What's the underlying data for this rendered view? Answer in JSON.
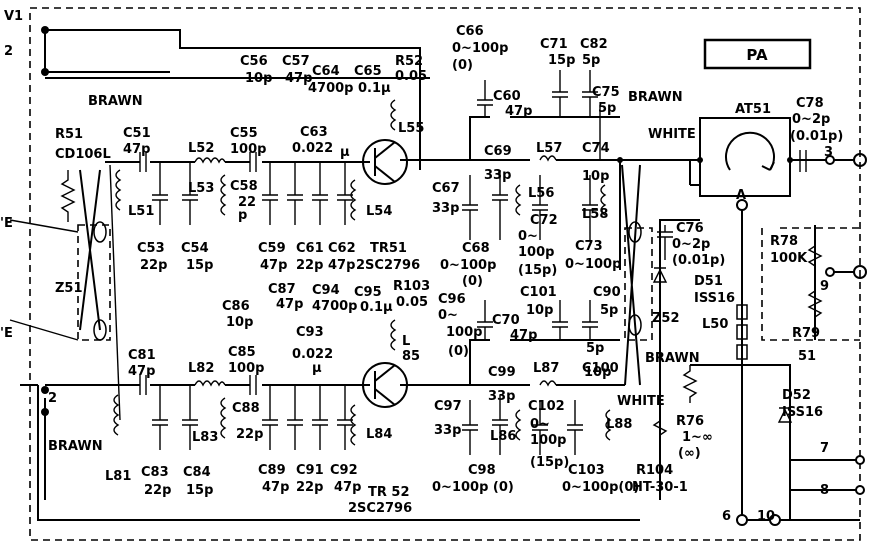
{
  "title": "PA",
  "nets": {
    "brawn_top": "BRAWN",
    "brawn_mid": "BRAWN",
    "brawn_bottom": "BRAWN",
    "brawn_lower": "BRAWN",
    "white_top": "WHITE",
    "white_lower": "WHITE"
  },
  "ports": {
    "v1": "V1",
    "p2": "2",
    "p2b": "2",
    "p3": "3",
    "p6": "6",
    "p7": "7",
    "p8": "8",
    "p9": "9",
    "p10": "10",
    "a": "A",
    "e_top": "'E",
    "e_bot": "'E",
    "u51": "51"
  },
  "components": {
    "r51": [
      "R51",
      "CD106L"
    ],
    "z51": "Z51",
    "z52": "Z52",
    "c51": [
      "C51",
      "47p"
    ],
    "c52": [
      "L52"
    ],
    "l51": "L51",
    "l53": "L53",
    "c53": [
      "C53",
      "22p"
    ],
    "c54": [
      "C54",
      "15p"
    ],
    "c55": [
      "C55",
      "100p"
    ],
    "c56": [
      "C56",
      "10p"
    ],
    "c57": [
      "C57",
      "47p"
    ],
    "c58": [
      "C58",
      "22",
      "p"
    ],
    "c59": [
      "C59",
      "47p"
    ],
    "c61": [
      "C61",
      "22p"
    ],
    "c62": [
      "C62",
      "47p"
    ],
    "c63": [
      "C63",
      "0.022",
      "μ"
    ],
    "c64": [
      "C64",
      "4700p"
    ],
    "c65": [
      "C65",
      "0.1μ"
    ],
    "r52": [
      "R52",
      "0.05"
    ],
    "l55": "L55",
    "l54": "L54",
    "tr51": [
      "TR51",
      "2SC2796"
    ],
    "c66": [
      "C66",
      "0~100p",
      "(0)"
    ],
    "c60": [
      "C60",
      "47p"
    ],
    "c71": [
      "C71",
      "15p"
    ],
    "c82": [
      "C82",
      "5p"
    ],
    "c75": [
      "C75",
      "5p"
    ],
    "c69": [
      "C69",
      "33p"
    ],
    "l57": "L57",
    "c74": [
      "C74",
      "10p"
    ],
    "c67": [
      "C67",
      "33p"
    ],
    "l56": "L56",
    "l58": "L58",
    "c72": [
      "C72",
      "0~",
      "100p",
      "(15p)"
    ],
    "c73": [
      "C73",
      "0~100p"
    ],
    "c68": [
      "C68",
      "0~100p",
      "(0)"
    ],
    "at51": "AT51",
    "c78": [
      "C78",
      "0~2p",
      "(0.01p)"
    ],
    "c76": [
      "C76",
      "0~2p",
      "(0.01p)"
    ],
    "d51": [
      "D51",
      "ISS16"
    ],
    "l50": "L50",
    "r78": [
      "R78",
      "100K"
    ],
    "r79": "R79",
    "c81": [
      "C81",
      "47p"
    ],
    "l82": "L82",
    "l83": "L83",
    "c83": [
      "C83",
      "22p"
    ],
    "c84": [
      "C84",
      "15p"
    ],
    "c85": [
      "C85",
      "100p"
    ],
    "c86": [
      "C86",
      "10p"
    ],
    "c87": [
      "C87",
      "47p"
    ],
    "c88": [
      "C88",
      "22p"
    ],
    "c89": [
      "C89",
      "47p"
    ],
    "c91": [
      "C91",
      "22p"
    ],
    "c92": [
      "C92",
      "47p"
    ],
    "c93": [
      "C93",
      "0.022",
      "μ"
    ],
    "c94": [
      "C94",
      "4700p"
    ],
    "c95": [
      "C95",
      "0.1μ"
    ],
    "r103": [
      "R103",
      "0.05"
    ],
    "l85": [
      "L",
      "85"
    ],
    "l84": "L84",
    "l81": "L81",
    "tr52": [
      "TR 52",
      "2SC2796"
    ],
    "c96": [
      "C96",
      "0~",
      "100p",
      "(0)"
    ],
    "c70": [
      "C70",
      "47p"
    ],
    "c101": [
      "C101",
      "10p"
    ],
    "c90": [
      "C90",
      "5p"
    ],
    "c99": [
      "C99",
      "33p"
    ],
    "l87": "L87",
    "c100": [
      "C100",
      "5p",
      "10p"
    ],
    "c97": [
      "C97",
      "33p"
    ],
    "l86": "L86",
    "c102": [
      "C102",
      "0~",
      "100p",
      "(15p)"
    ],
    "l88": "L88",
    "c98": [
      "C98",
      "0~100p (0)"
    ],
    "c103": [
      "C103",
      "0~100p(0)"
    ],
    "r76": [
      "R76",
      "1~∞",
      "(∞)"
    ],
    "r104": [
      "R104",
      "HT-30-1"
    ],
    "d52": [
      "D52",
      "ISS16"
    ]
  }
}
